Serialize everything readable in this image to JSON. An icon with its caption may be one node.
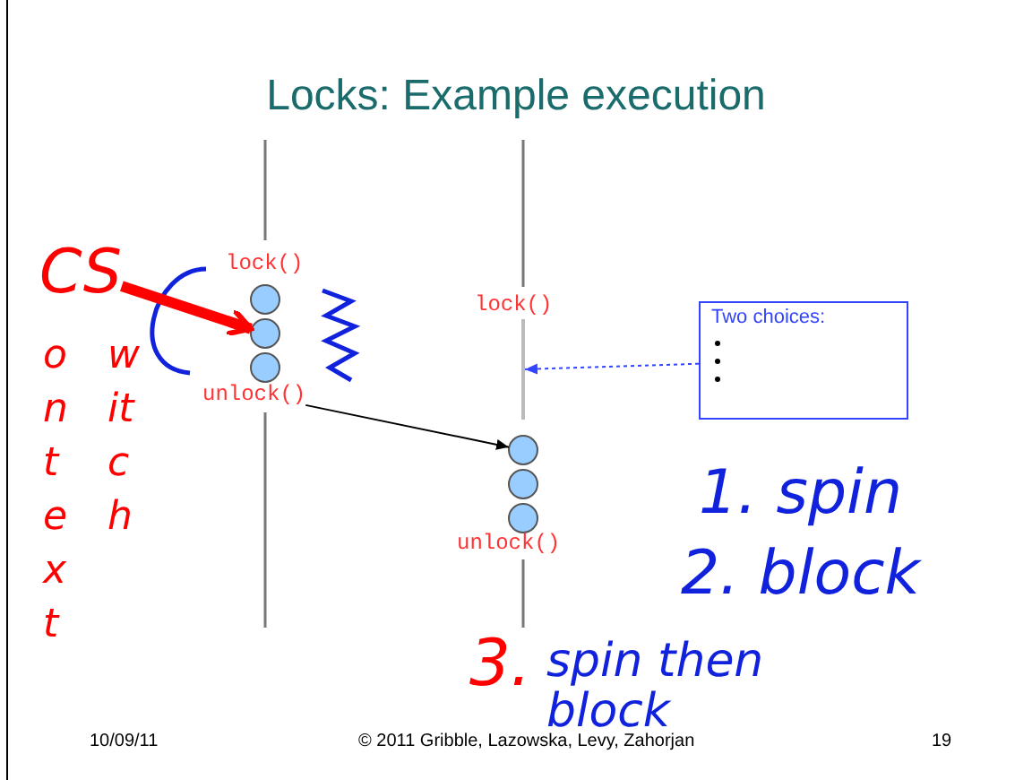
{
  "diagram": {
    "title": "Locks: Example execution",
    "nodes": [
      {
        "text": [
          "lock()"
        ]
      },
      {
        "text": [],
        "shape": "circle"
      },
      {
        "text": [],
        "shape": "circle"
      },
      {
        "text": [],
        "shape": "circle"
      },
      {
        "text": [
          "unlock()"
        ]
      },
      {
        "text": [
          "lock()"
        ]
      },
      {
        "text": [],
        "shape": "circle"
      },
      {
        "text": [],
        "shape": "circle"
      },
      {
        "text": [],
        "shape": "circle"
      },
      {
        "text": [
          "unlock()"
        ]
      },
      {
        "text": [
          "Two choices:"
        ]
      },
      {
        "text": [
          "CS"
        ]
      },
      {
        "text": [],
        "shape": "bar"
      }
    ],
    "edges": [
      {
        "from": 4,
        "to": 6,
        "arrow": "to"
      },
      {
        "from": 10,
        "to": 12,
        "arrow": "to",
        "style": "dashed",
        "color": "#3344ff"
      },
      {
        "from": 11,
        "to": 2,
        "arrow": "to",
        "style": "thick",
        "color": "#ff0000"
      }
    ],
    "labels": [
      "ontext",
      "witch",
      "1. spin",
      "2. block",
      "3.",
      "spin then block",
      "10/09/11",
      "© 2011 Gribble, Lazowska, Levy, Zahorjan",
      "19"
    ]
  }
}
